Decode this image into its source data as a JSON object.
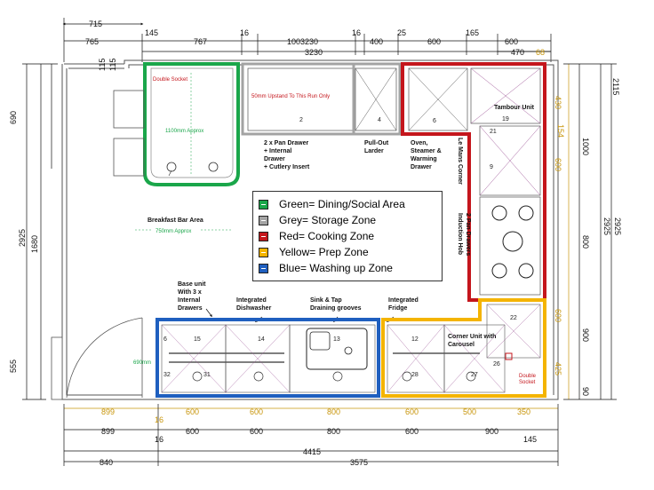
{
  "legend": [
    {
      "text": "Green= Dining/Social Area",
      "color": "#1aa64a"
    },
    {
      "text": "Grey= Storage Zone",
      "color": "#a3a3a3"
    },
    {
      "text": "Red= Cooking Zone",
      "color": "#c4161c"
    },
    {
      "text": "Yellow=  Prep Zone",
      "color": "#f4b400"
    },
    {
      "text": "Blue= Washing up Zone",
      "color": "#1f5fbf"
    }
  ],
  "zones": {
    "green": "#1aa64a",
    "grey": "#a3a3a3",
    "red": "#c4161c",
    "yellow": "#f4b400",
    "blue": "#1f5fbf"
  },
  "dims": {
    "top": [
      "715",
      "765",
      "145",
      "767",
      "16",
      "1003230",
      "16",
      "400",
      "25",
      "600",
      "165",
      "600",
      "3230",
      "470",
      "68"
    ],
    "bottom": [
      "899",
      "600",
      "600",
      "800",
      "600",
      "500",
      "350",
      "16",
      "899",
      "16",
      "600",
      "600",
      "800",
      "600",
      "900",
      "145",
      "4415",
      "840",
      "3575"
    ],
    "left": [
      "115",
      "115",
      "690",
      "2925",
      "1680",
      "555"
    ],
    "right": [
      "2115",
      "430",
      "154",
      "1000",
      "600",
      "800",
      "2925",
      "2925",
      "600",
      "900",
      "425",
      "90"
    ]
  },
  "labels": {
    "double_socket_top": "Double Socket",
    "approx_1100": "1100mm Approx",
    "upstand": "50mm Upstand To This Run Only",
    "pan_drawer_top": "2 x Pan Drawer + Internal Drawer + Cutlery Insert",
    "pullout": "Pull-Out Larder",
    "oven": "Oven, Steamer & Warming Drawer",
    "tambour": "Tambour Unit",
    "le_mans": "Le Mans Corner",
    "induction": "Induction Hob 2 Pan Drawers",
    "breakfast": "Breakfast Bar Area",
    "approx_750": "750mm Approx",
    "base_unit": "Base unit With 3 x Internal Drawers",
    "dishwasher": "Integrated Dishwasher",
    "sink": "Sink & Tap Draining grooves",
    "fridge": "Integrated Fridge",
    "corner_unit": "Corner Unit with Carousel",
    "double_socket_bottom": "Double Socket",
    "approx_690": "690mm"
  },
  "units": [
    "2",
    "4",
    "6",
    "19",
    "21",
    "9",
    "15",
    "14",
    "13",
    "12",
    "6",
    "31",
    "32",
    "26",
    "27",
    "28",
    "22"
  ]
}
